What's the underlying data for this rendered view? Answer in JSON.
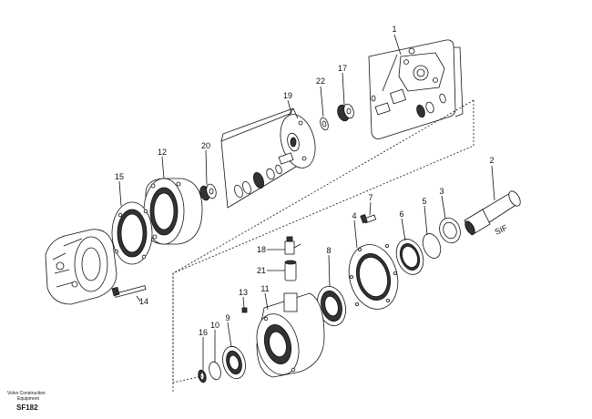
{
  "labels": {
    "p1": "1",
    "p2": "2",
    "p3": "3",
    "p4": "4",
    "p5": "5",
    "p6": "6",
    "p7": "7",
    "p8": "8",
    "p9": "9",
    "p10": "10",
    "p11": "11",
    "p12": "12",
    "p13": "13",
    "p14": "14",
    "p15": "15",
    "p16": "16",
    "p17": "17",
    "p18": "18",
    "p19": "19",
    "p20": "20",
    "p21": "21",
    "p22": "22"
  },
  "footer": {
    "brand_line1": "Volvo Construction",
    "brand_line2": "Equipment",
    "doc_id": "SF182"
  },
  "shaft_text": "SIF"
}
